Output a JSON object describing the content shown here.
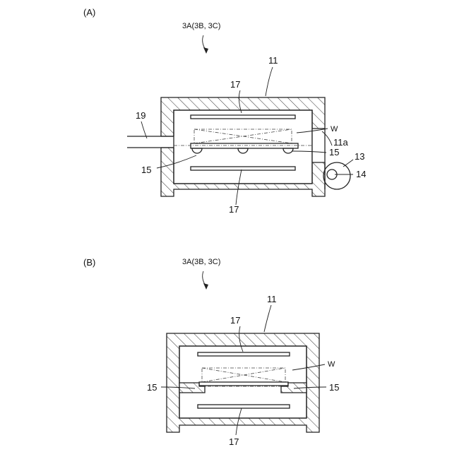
{
  "figure_a": {
    "panel_label": "(A)",
    "unit_label": "3A(3B, 3C)",
    "chamber_label": "11",
    "heater_top_label": "17",
    "heater_bottom_label": "17",
    "wafer_label": "W",
    "opening_label": "11a",
    "support_right_label": "15",
    "support_left_label": "15",
    "roller_label": "13",
    "axis_label": "14",
    "pipe_label": "19"
  },
  "figure_b": {
    "panel_label": "(B)",
    "unit_label": "3A(3B, 3C)",
    "chamber_label": "11",
    "heater_top_label": "17",
    "heater_bottom_label": "17",
    "wafer_label": "W",
    "support_left_label": "15",
    "support_right_label": "15"
  }
}
